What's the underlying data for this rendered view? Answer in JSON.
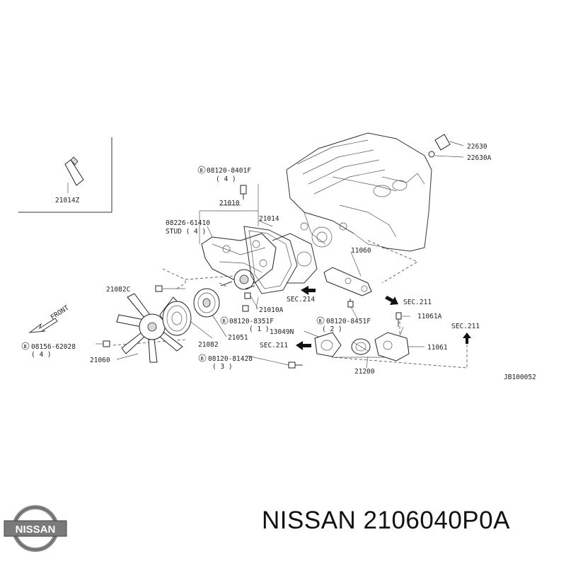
{
  "brand": {
    "logo_word": "NISSAN",
    "caption": "NISSAN 2106040P0A"
  },
  "diagram_code": "JB100052",
  "labels": {
    "l_21014Z": "21014Z",
    "l_22630": "22630",
    "l_22630A": "22630A",
    "l_08120_8401F": "08120-8401F",
    "l_q4a": "( 4 )",
    "l_21010": "21010",
    "l_08226_61410": "08226-61410",
    "l_stud4": "STUD ( 4 )",
    "l_21014": "21014",
    "l_11060": "11060",
    "l_21082C": "21082C",
    "l_sec214": "SEC.214",
    "l_sec211_right": "SEC.211",
    "l_21010A": "21010A",
    "l_08120_8351F": "08120-8351F",
    "l_q1": "( 1 )",
    "l_08120_8451F": "08120-8451F",
    "l_q2": "( 2 )",
    "l_11061A": "11061A",
    "l_sec211_far": "SEC.211",
    "l_front": "FRONT",
    "l_13049N": "13049N",
    "l_21051": "21051",
    "l_08156_62028": "08156-62028",
    "l_q4b": "( 4 )",
    "l_sec211_mid": "SEC.211",
    "l_11061": "11061",
    "l_21082": "21082",
    "l_21060": "21060",
    "l_08120_81428": "08120-81428",
    "l_q3": "( 3 )",
    "l_21200": "21200",
    "b1": "B",
    "b2": "B",
    "b3": "B",
    "b4": "B",
    "b5": "B"
  },
  "icons": [
    "front-arrow-icon",
    "section-arrow-icon",
    "bolt-marker-icon"
  ]
}
